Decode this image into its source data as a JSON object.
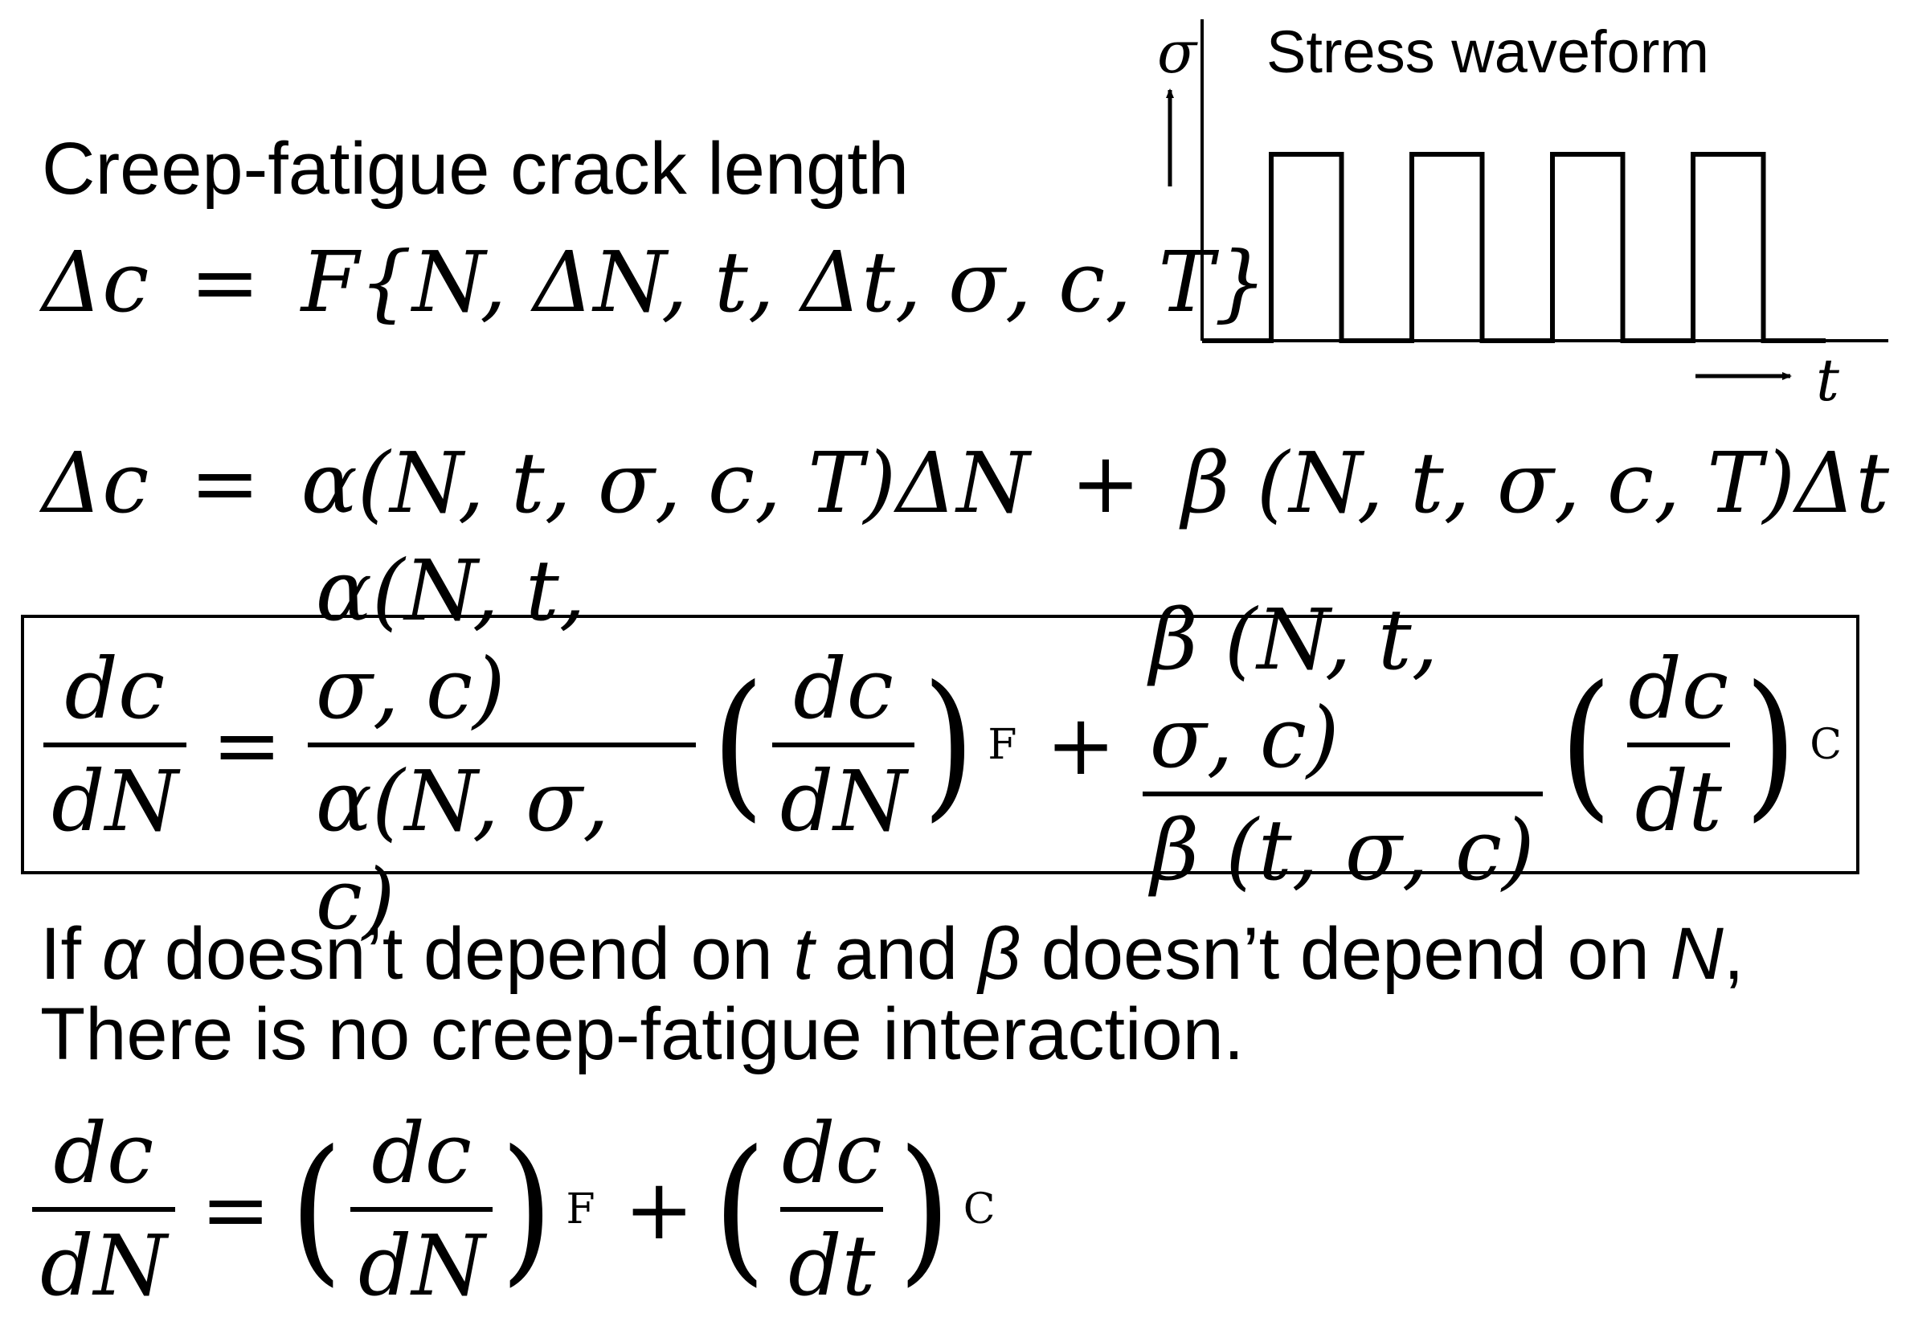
{
  "heading": "Creep-fatigue crack length",
  "eq1": {
    "lhs": "Δc",
    "eq": "=",
    "rhs": "F{N, ΔN, t, Δt, σ, c, T}"
  },
  "eq2": {
    "lhs": "Δc",
    "eq": "=",
    "term1": "α(N, t, σ, c, T)ΔN",
    "plus": "+",
    "term2": "β (N, t, σ, c, T)Δt"
  },
  "eq3": {
    "lhs_num": "dc",
    "lhs_den": "dN",
    "eq": "=",
    "a_num": "α(N, t, σ, c)",
    "a_den": "α(N, σ, c)",
    "f_num": "dc",
    "f_den": "dN",
    "f_sub": "F",
    "plus": "+",
    "b_num": "β (N, t, σ, c)",
    "b_den": "β (t, σ, c)",
    "c_num": "dc",
    "c_den": "dt",
    "c_sub": "C"
  },
  "statement": {
    "p1": "If ",
    "alpha": "α",
    "p2": " doesn’t depend on ",
    "t": "t",
    "p3": " and ",
    "beta": "β",
    "p4": " doesn’t depend on ",
    "n": "N",
    "p5": ",",
    "line2": "There is no creep-fatigue interaction."
  },
  "eq4": {
    "lhs_num": "dc",
    "lhs_den": "dN",
    "eq": "=",
    "f_num": "dc",
    "f_den": "dN",
    "f_sub": "F",
    "plus": "+",
    "c_num": "dc",
    "c_den": "dt",
    "c_sub": "C"
  },
  "waveform": {
    "title": "Stress waveform",
    "y_label": "σ",
    "x_label": "t",
    "cycles": 4,
    "duty": 0.5
  }
}
